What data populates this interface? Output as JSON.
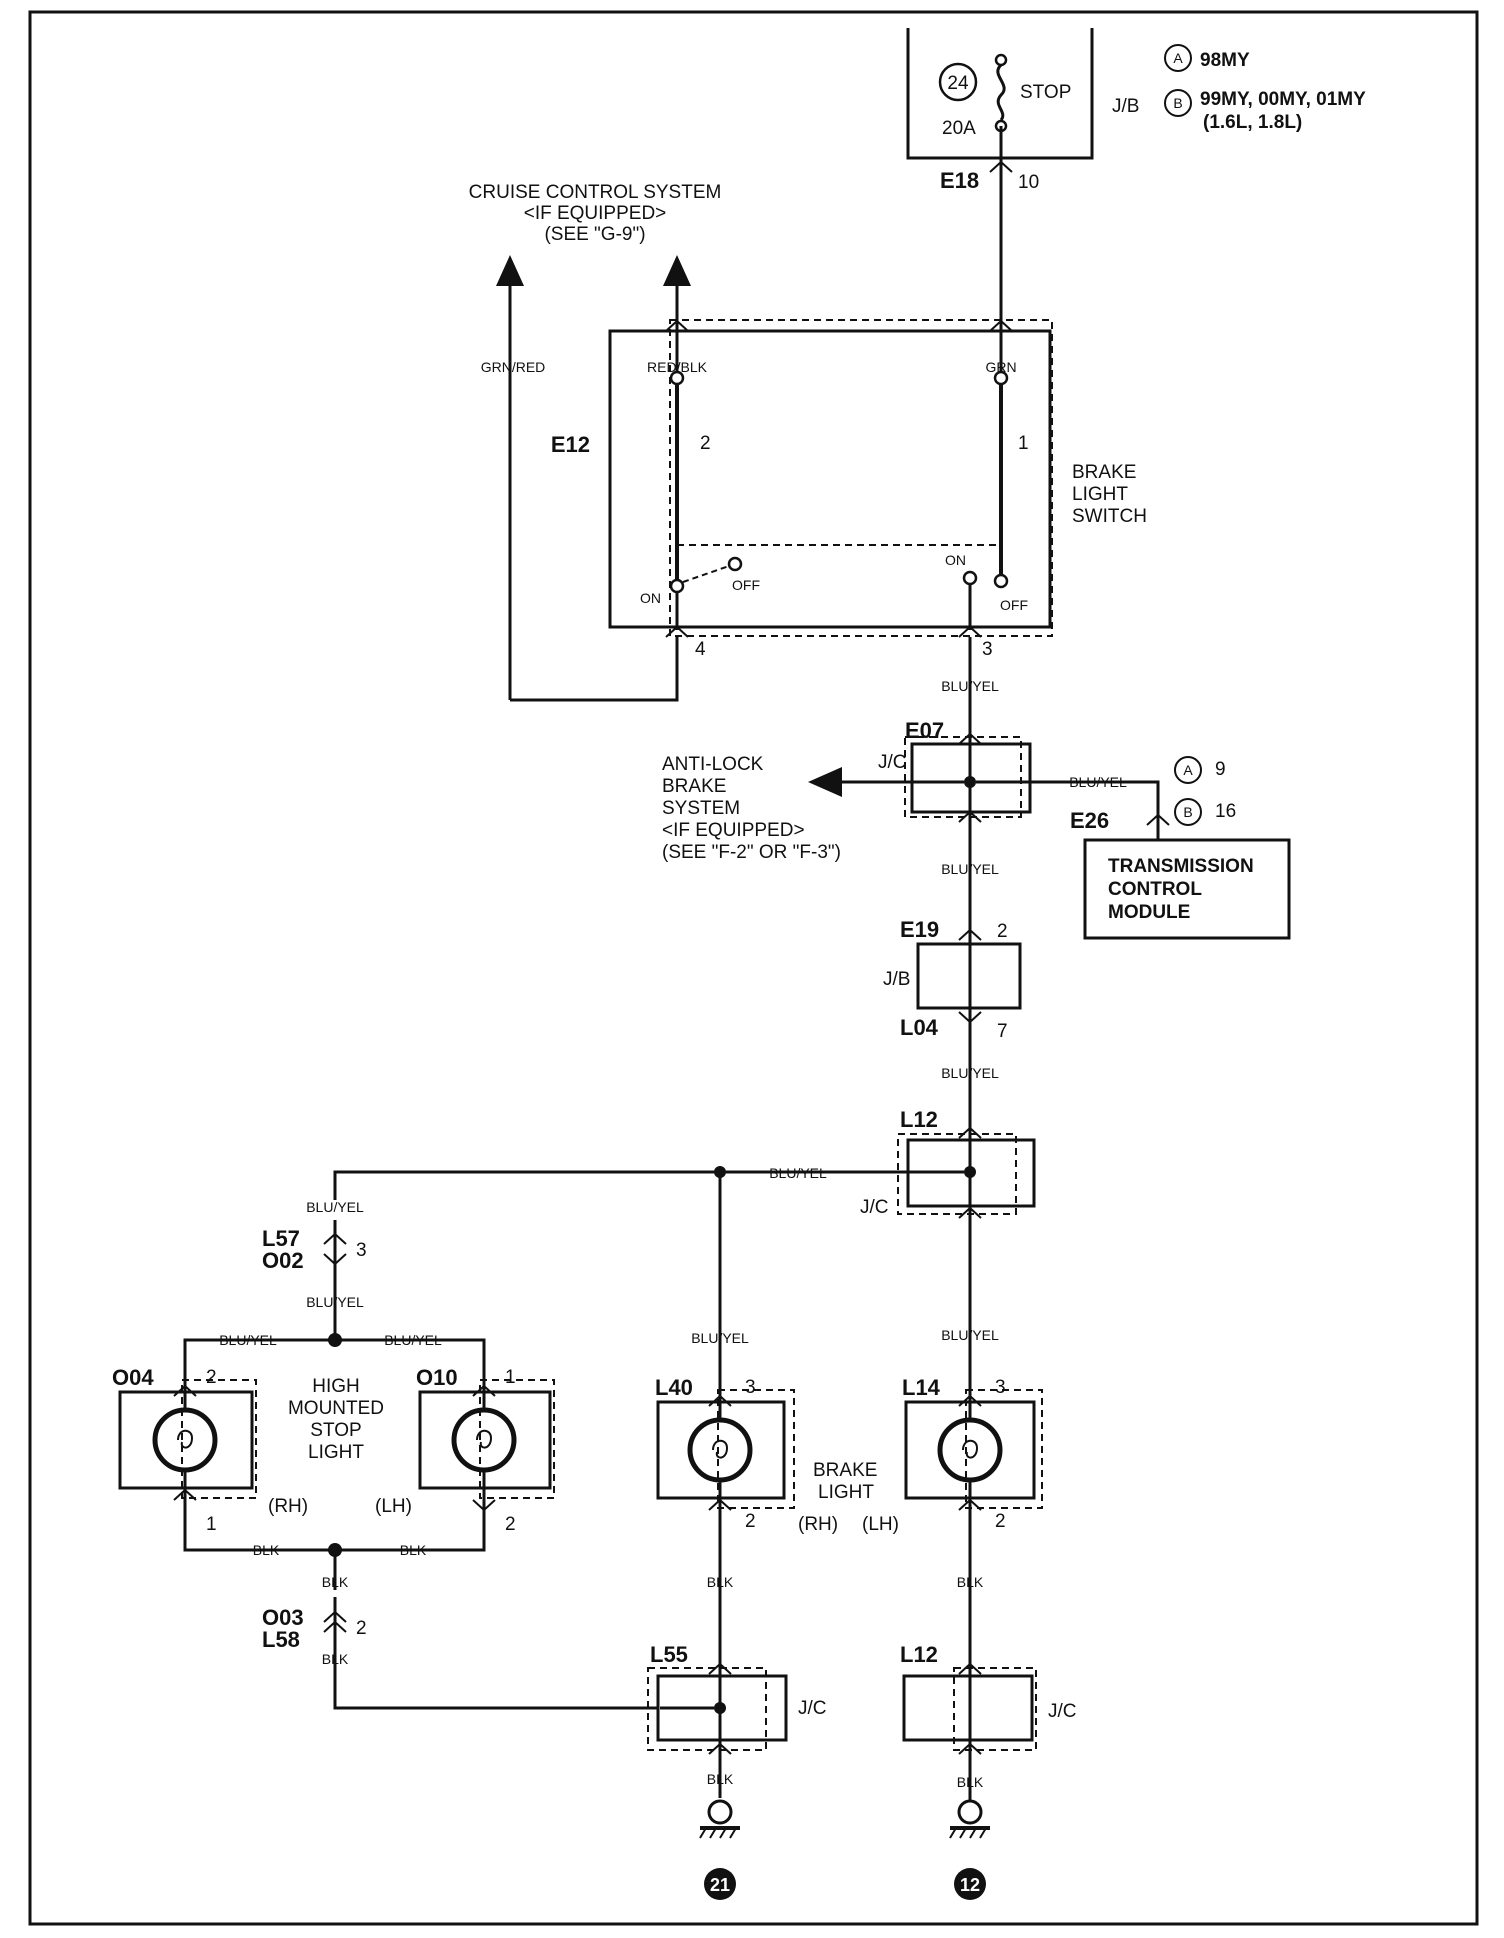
{
  "legend": {
    "a_mark": "A",
    "a_text": "98MY",
    "b_mark": "B",
    "b_text_1": "99MY, 00MY, 01MY",
    "b_text_2": "(1.6L, 1.8L)"
  },
  "fuse": {
    "number": "24",
    "name": "STOP",
    "rating": "20A",
    "block": "J/B"
  },
  "connectors": {
    "e18": "E18",
    "e18_pin": "10",
    "e12": "E12",
    "e12_pin1": "1",
    "e12_pin2": "2",
    "e12_pin3": "3",
    "e12_pin4": "4",
    "e07": "E07",
    "e26": "E26",
    "e26_pin_a": "9",
    "e26_pin_b": "16",
    "e19": "E19",
    "e19_pin": "2",
    "l04": "L04",
    "l04_pin": "7",
    "l12_top": "L12",
    "l57": "L57",
    "o02": "O02",
    "l57_pin": "3",
    "o04": "O04",
    "o04_pin_top": "2",
    "o04_pin_bot": "1",
    "o10": "O10",
    "o10_pin_top": "1",
    "o10_pin_bot": "2",
    "l40": "L40",
    "l40_pin_top": "3",
    "l40_pin_bot": "2",
    "l14": "L14",
    "l14_pin_top": "3",
    "l14_pin_bot": "2",
    "o03": "O03",
    "l58": "L58",
    "o03_pin": "2",
    "l55": "L55",
    "l12_bot": "L12"
  },
  "labels": {
    "cruise_1": "CRUISE CONTROL SYSTEM",
    "cruise_2": "<IF EQUIPPED>",
    "cruise_3": "(SEE \"G-9\")",
    "brake_switch_1": "BRAKE",
    "brake_switch_2": "LIGHT",
    "brake_switch_3": "SWITCH",
    "on": "ON",
    "off": "OFF",
    "abs_1": "ANTI-LOCK",
    "abs_2": "BRAKE",
    "abs_3": "SYSTEM",
    "abs_4": "<IF EQUIPPED>",
    "abs_5": "(SEE \"F-2\" OR \"F-3\")",
    "tcm_1": "TRANSMISSION",
    "tcm_2": "CONTROL",
    "tcm_3": "MODULE",
    "jc": "J/C",
    "jb": "J/B",
    "hmsl_1": "HIGH",
    "hmsl_2": "MOUNTED",
    "hmsl_3": "STOP",
    "hmsl_4": "LIGHT",
    "brake_light_1": "BRAKE",
    "brake_light_2": "LIGHT",
    "rh": "(RH)",
    "lh": "(LH)",
    "ground_21": "21",
    "ground_12": "12"
  },
  "wires": {
    "grn_red": "GRN/RED",
    "red_blk": "RED/BLK",
    "grn": "GRN",
    "blu_yel": "BLU/YEL",
    "blk": "BLK"
  }
}
